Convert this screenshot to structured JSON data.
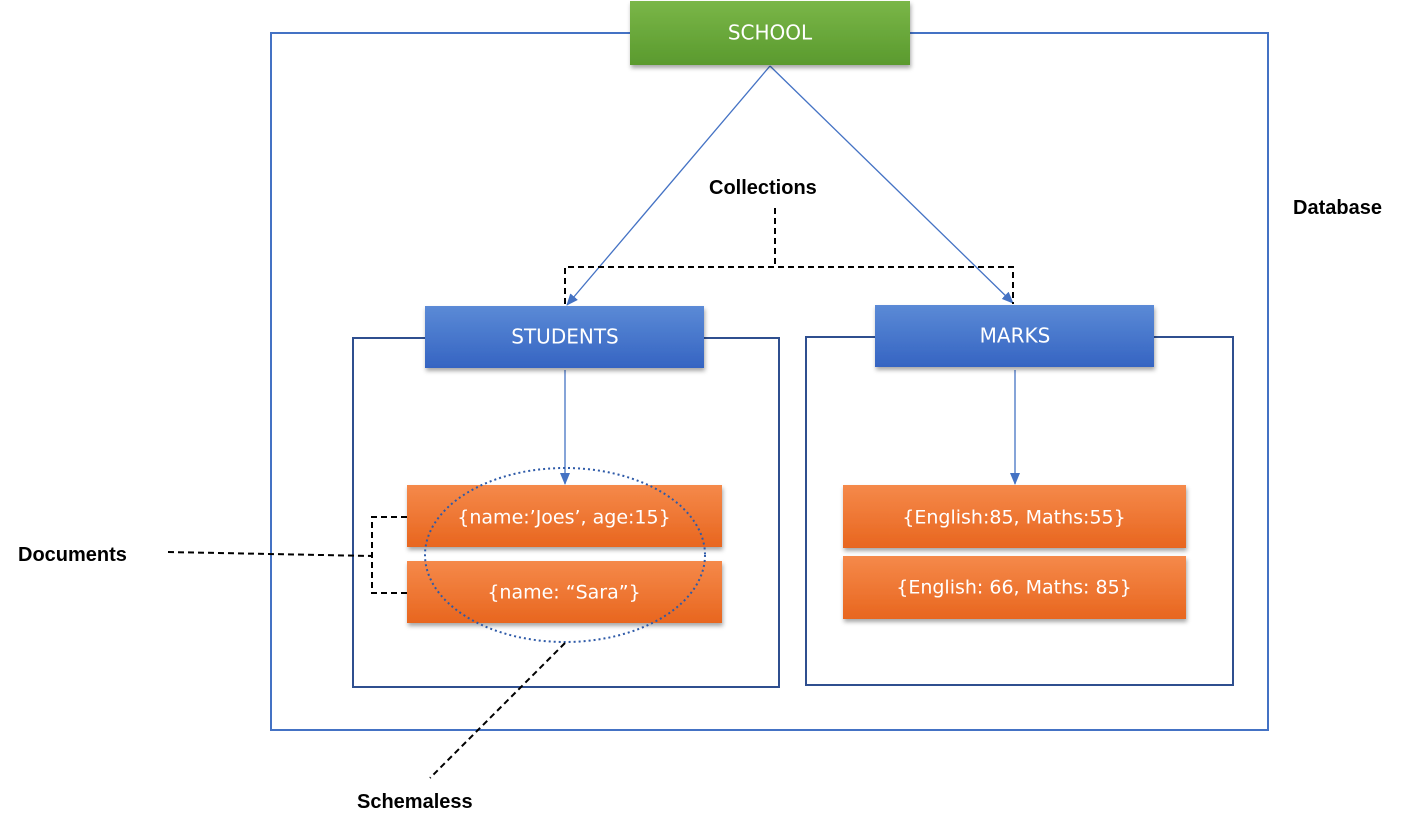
{
  "database": {
    "label": "Database",
    "name": "SCHOOL"
  },
  "annotations": {
    "collections": "Collections",
    "documents": "Documents",
    "schemaless": "Schemaless"
  },
  "collections": [
    {
      "name": "STUDENTS",
      "documents": [
        "{name:’Joes’, age:15}",
        "{name: “Sara”}"
      ]
    },
    {
      "name": "MARKS",
      "documents": [
        "{English:85, Maths:55}",
        "{English: 66, Maths: 85}"
      ]
    }
  ],
  "colors": {
    "green_top": "#7ab648",
    "green_bottom": "#5a9a2e",
    "blue_top": "#5b8ad6",
    "blue_bottom": "#3564c2",
    "orange_top": "#f5894a",
    "orange_bottom": "#e8661f",
    "frame": "#4472c4",
    "arrow": "#4472c4",
    "ellipse": "#2e5aa8"
  }
}
